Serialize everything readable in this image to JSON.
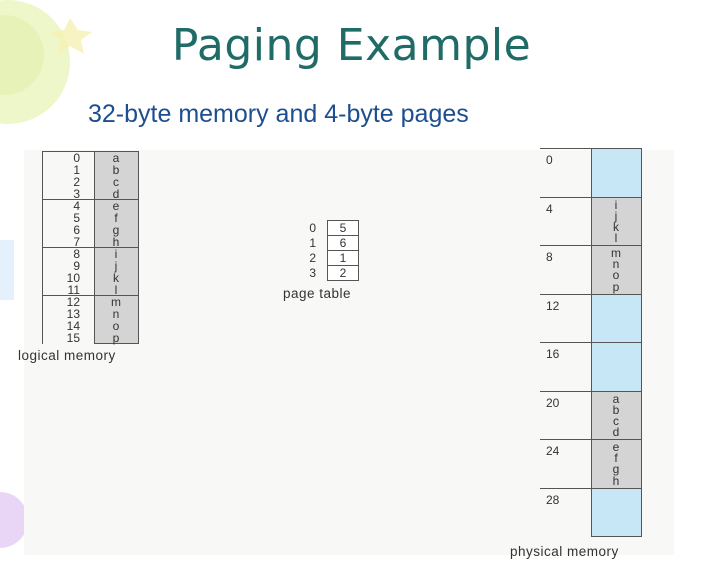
{
  "title": "Paging Example",
  "subtitle": "32-byte memory and 4-byte pages",
  "logical_memory": {
    "label": "logical memory",
    "addresses": [
      "0",
      "1",
      "2",
      "3",
      "4",
      "5",
      "6",
      "7",
      "8",
      "9",
      "10",
      "11",
      "12",
      "13",
      "14",
      "15"
    ],
    "contents": [
      "a",
      "b",
      "c",
      "d",
      "e",
      "f",
      "g",
      "h",
      "i",
      "j",
      "k",
      "l",
      "m",
      "n",
      "o",
      "p"
    ]
  },
  "page_table": {
    "label": "page table",
    "rows": [
      {
        "page": "0",
        "frame": "5"
      },
      {
        "page": "1",
        "frame": "6"
      },
      {
        "page": "2",
        "frame": "1"
      },
      {
        "page": "3",
        "frame": "2"
      }
    ]
  },
  "physical_memory": {
    "label": "physical memory",
    "frames": [
      {
        "address": "0",
        "contents": []
      },
      {
        "address": "4",
        "contents": [
          "i",
          "j",
          "k",
          "l"
        ]
      },
      {
        "address": "8",
        "contents": [
          "m",
          "n",
          "o",
          "p"
        ]
      },
      {
        "address": "12",
        "contents": []
      },
      {
        "address": "16",
        "contents": []
      },
      {
        "address": "20",
        "contents": [
          "a",
          "b",
          "c",
          "d"
        ]
      },
      {
        "address": "24",
        "contents": [
          "e",
          "f",
          "g",
          "h"
        ]
      },
      {
        "address": "28",
        "contents": []
      }
    ]
  },
  "colors": {
    "title": "#1f6b66",
    "subtitle": "#1d4e8f",
    "filled_cell": "#d4d4d4",
    "empty_frame": "#c7e6f6",
    "border": "#555555"
  }
}
